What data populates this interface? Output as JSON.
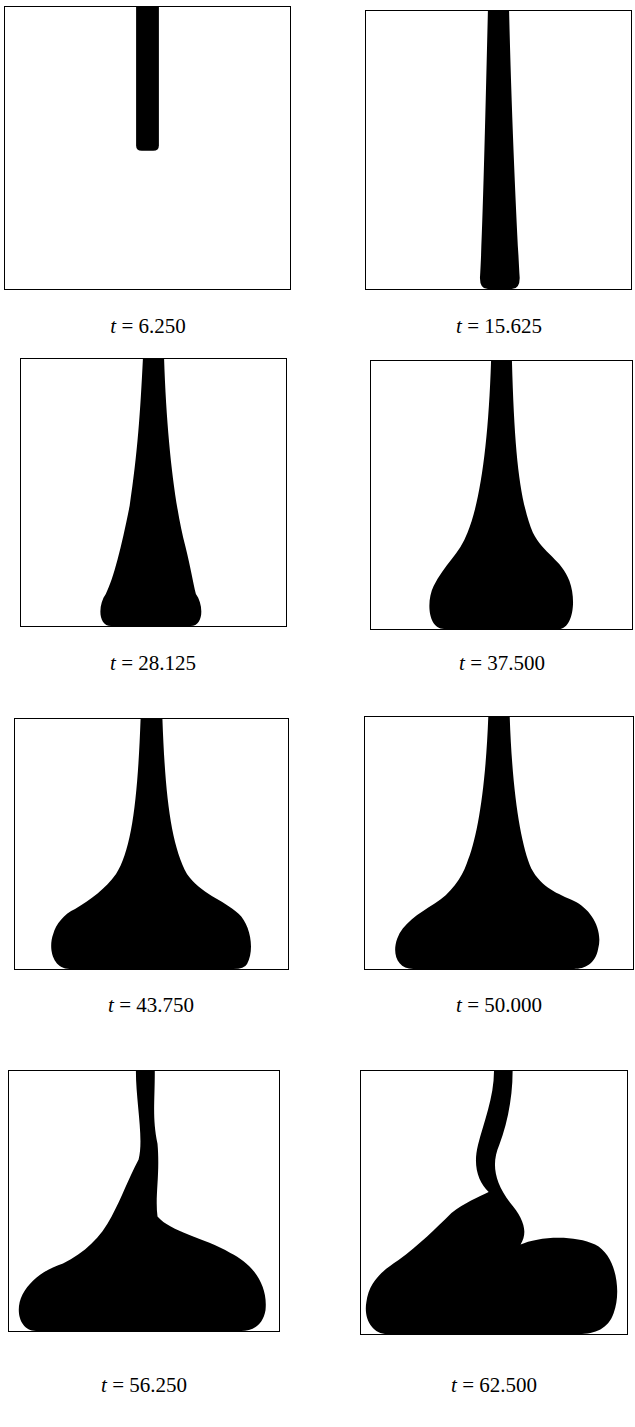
{
  "diagram": {
    "labels": [
      "t = 6.250",
      "t = 15.625",
      "t = 28.125",
      "t = 37.500",
      "t = 43.750",
      "t = 50.000",
      "t = 56.250",
      "t = 62.500"
    ]
  }
}
